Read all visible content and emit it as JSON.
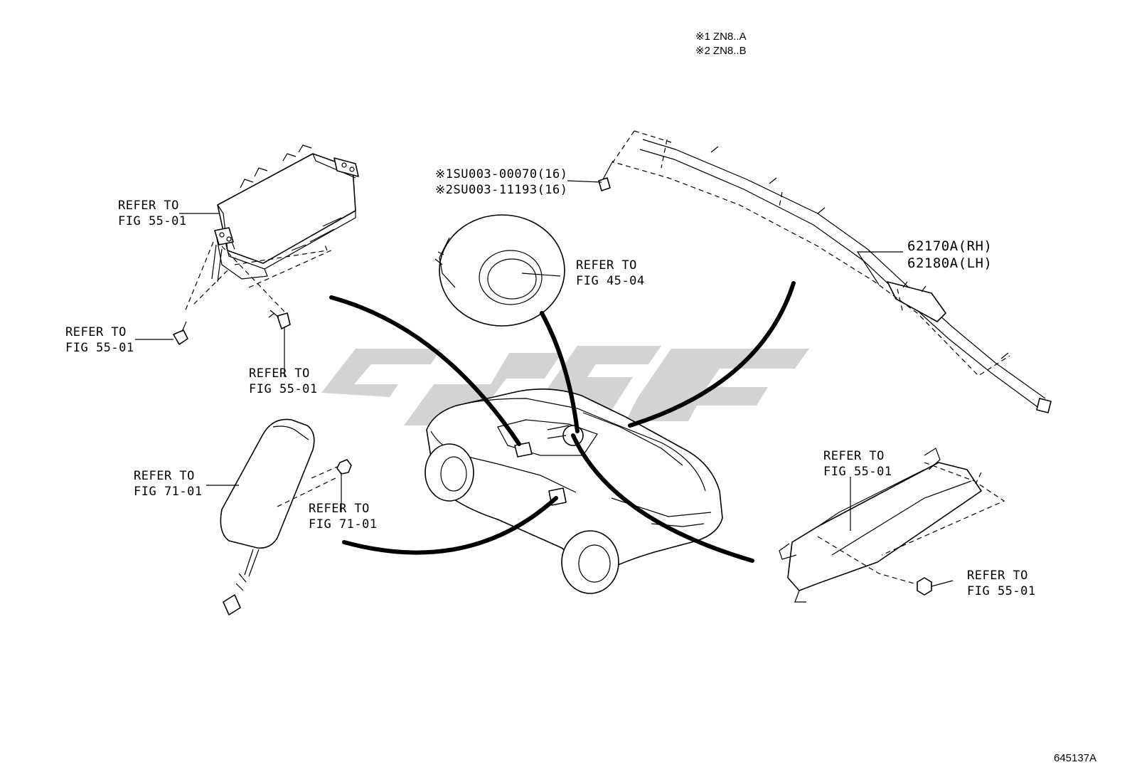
{
  "legend": [
    {
      "mark": "※1",
      "code": "ZN8..A"
    },
    {
      "mark": "※2",
      "code": "ZN8..B"
    }
  ],
  "bolt_parts": [
    {
      "mark": "※1",
      "number": "SU003-00070(16)"
    },
    {
      "mark": "※2",
      "number": "SU003-11193(16)"
    }
  ],
  "curtain_airbag": {
    "rh": "62170A(RH)",
    "lh": "62180A(LH)"
  },
  "refs": {
    "passenger_airbag": {
      "line1": "REFER TO",
      "line2": "FIG 55-01"
    },
    "passenger_bolt_left": {
      "line1": "REFER TO",
      "line2": "FIG 55-01"
    },
    "passenger_bolt_lower": {
      "line1": "REFER TO",
      "line2": "FIG 55-01"
    },
    "steering_pad": {
      "line1": "REFER TO",
      "line2": "FIG 45-04"
    },
    "seat_airbag": {
      "line1": "REFER TO",
      "line2": "FIG 71-01"
    },
    "seat_nut": {
      "line1": "REFER TO",
      "line2": "FIG 71-01"
    },
    "knee_airbag": {
      "line1": "REFER TO",
      "line2": "FIG 55-01"
    },
    "knee_nut": {
      "line1": "REFER TO",
      "line2": "FIG 55-01"
    }
  },
  "diagram_id": "645137A",
  "colors": {
    "line": "#000000",
    "watermark": "#d3d3d3",
    "background": "#ffffff"
  }
}
